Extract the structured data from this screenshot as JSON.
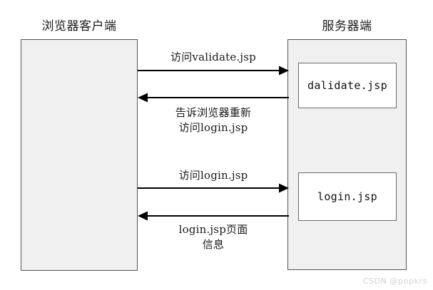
{
  "diagram": {
    "type": "sequence-flow",
    "title_client": "浏览器客户端",
    "title_server": "服务器端",
    "client_lane": {
      "label": "浏览器客户端",
      "fill": "#f0f0f0",
      "stroke": "#555555"
    },
    "server_lane": {
      "label": "服务器端",
      "fill": "#f0f0f0",
      "stroke": "#555555",
      "nodes": [
        {
          "label": "dalidate.jsp",
          "fill": "#ffffff",
          "stroke": "#6a6a6a"
        },
        {
          "label": "login.jsp",
          "fill": "#ffffff",
          "stroke": "#6a6a6a"
        }
      ]
    },
    "messages": [
      {
        "direction": "right",
        "lines": [
          "访问validate.jsp"
        ],
        "label_position": "above"
      },
      {
        "direction": "left",
        "lines": [
          "告诉浏览器重新",
          "访问login.jsp"
        ],
        "label_position": "below"
      },
      {
        "direction": "right",
        "lines": [
          "访问login.jsp"
        ],
        "label_position": "above"
      },
      {
        "direction": "left",
        "lines": [
          "login.jsp页面",
          "信息"
        ],
        "label_position": "below"
      }
    ],
    "arrow_color": "#000000"
  },
  "watermark": "CSDN @popkrs"
}
